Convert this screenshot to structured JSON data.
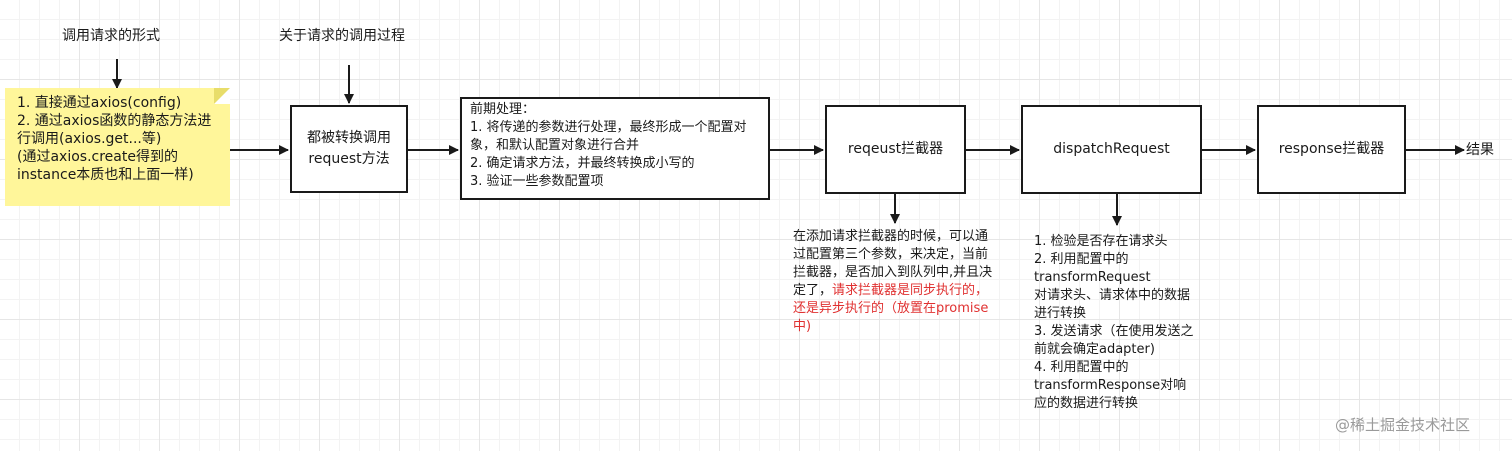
{
  "labels": {
    "request_forms": "调用请求的形式",
    "request_process": "关于请求的调用过程"
  },
  "note_forms": "1. 直接通过axios(config)\n2. 通过axios函数的静态方法进行调用(axios.get...等)\n  (通过axios.create得到的instance本质也和上面一样)",
  "boxes": {
    "convert": "都被转换调用\nrequest方法",
    "preprocess": "前期处理：\n1. 将传递的参数进行处理，最终形成一个配置对象，和默认配置对象进行合并\n2. 确定请求方法，并最终转换成小写的\n3. 验证一些参数配置项",
    "request_interceptor": "reqeust拦截器",
    "dispatch": "dispatchRequest",
    "response_interceptor": "response拦截器"
  },
  "result_label": "结果",
  "interceptor_note": {
    "black": "在添加请求拦截器的时候，可以通过配置第三个参数，来决定，当前拦截器，是否加入到队列中,并且决定了，",
    "red": "请求拦截器是同步执行的，还是异步执行的（放置在promise中)"
  },
  "dispatch_note": "1. 检验是否存在请求头\n2. 利用配置中的transformRequest\n对请求头、请求体中的数据进行转换\n3. 发送请求（在使用发送之前就会确定adapter)\n4. 利用配置中的transformResponse对响应的数据进行转换",
  "watermark": "@稀土掘金技术社区",
  "colors": {
    "note_fill": "#fff69a",
    "highlight_text": "#e03131",
    "stroke": "#1a1a1a"
  }
}
